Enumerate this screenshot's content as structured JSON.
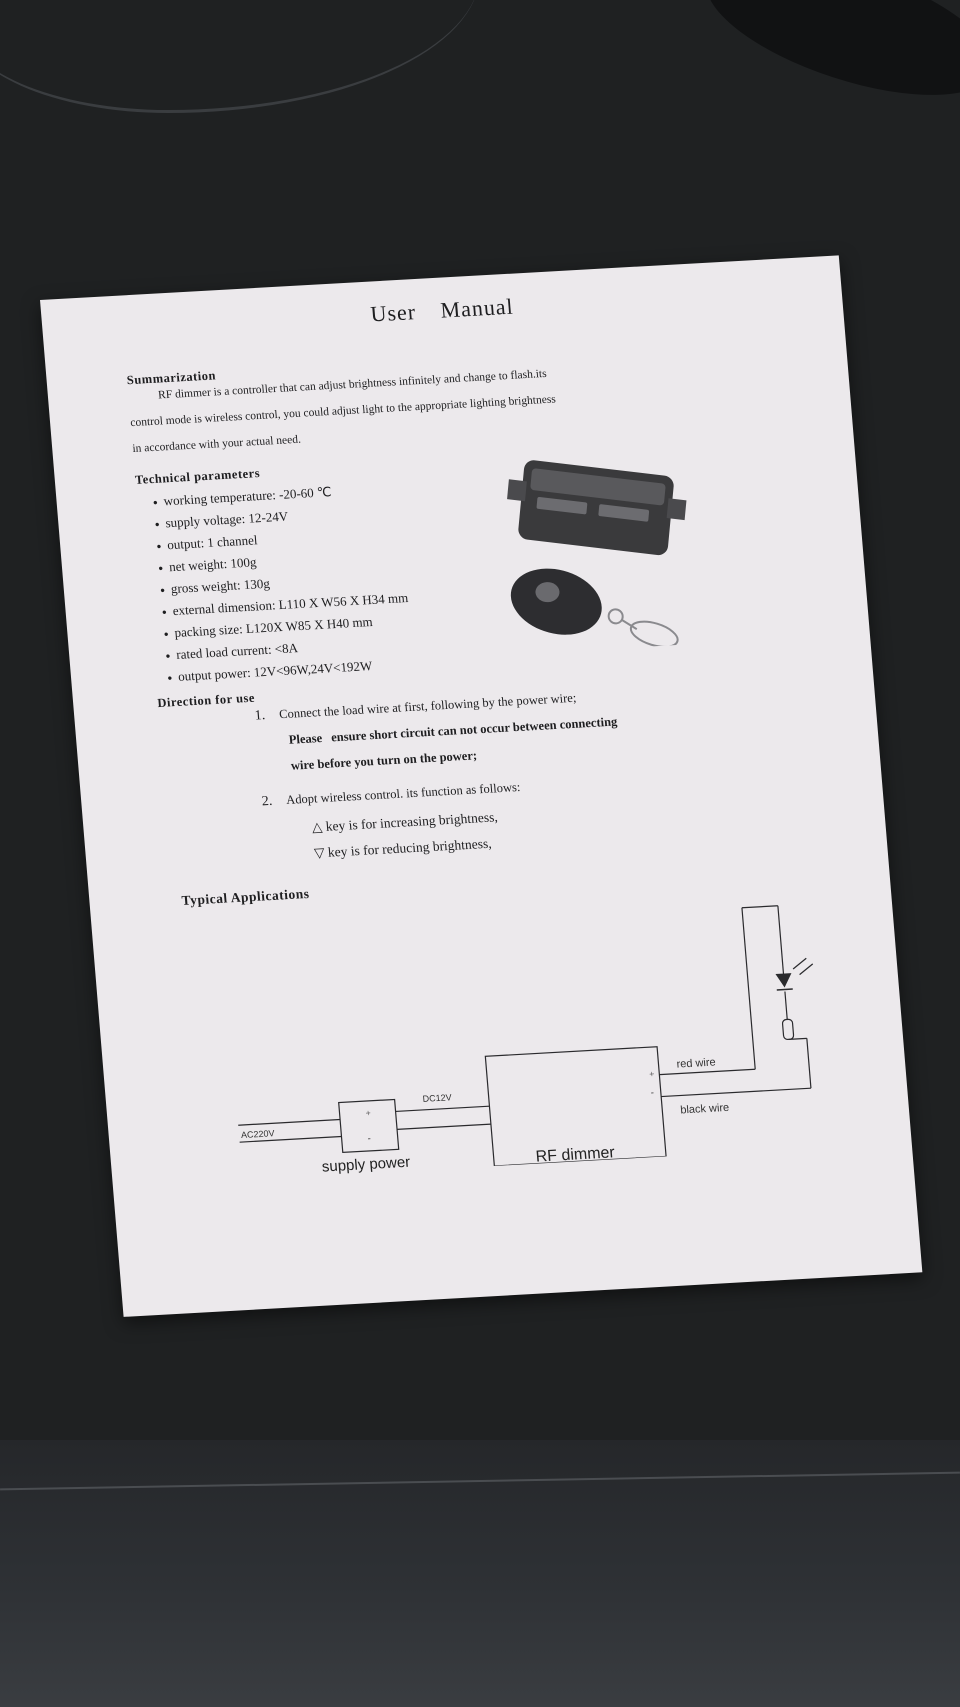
{
  "manual": {
    "title": "User Manual",
    "summary_heading": "Summarization",
    "summary_lines": [
      "RF dimmer is a controller that can adjust brightness infinitely and change to flash.its",
      "control mode is wireless control, you could adjust light to the appropriate lighting brightness",
      "in accordance with your actual need."
    ],
    "params_heading": "Technical parameters",
    "params": [
      "working temperature: -20-60 ℃",
      "supply voltage: 12-24V",
      "output: 1 channel",
      "net weight: 100g",
      "gross weight: 130g",
      "external dimension: L110 X W56 X H34 mm",
      "packing size: L120X W85 X H40 mm",
      "rated load current: <8A",
      "output power: 12V<96W,24V<192W"
    ],
    "direction_heading": "Direction for use",
    "steps": {
      "step1_num": "1.",
      "step1_line1": "Connect the load wire at first, following by the power wire;",
      "step1_line2a": "Please",
      "step1_line2b": "ensure short circuit can not occur between connecting",
      "step1_line3": "wire before you turn on the power;",
      "step2_num": "2.",
      "step2_line1": "Adopt wireless control. its function as follows:",
      "key_up": "key is for increasing brightness,",
      "key_down": "key is for reducing brightness,"
    },
    "applications_heading": "Typical Applications",
    "diagram": {
      "input_label": "AC220V",
      "dc_label": "DC12V",
      "supply_label": "supply power",
      "dimmer_label": "RF dimmer",
      "red_wire": "red wire",
      "black_wire": "black wire",
      "plus": "+",
      "minus": "-"
    }
  }
}
